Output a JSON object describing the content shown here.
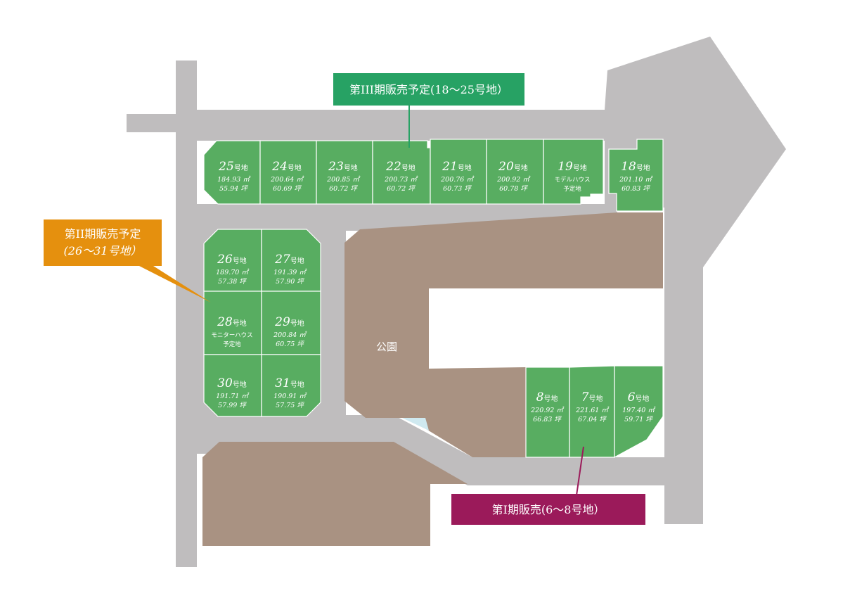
{
  "colors": {
    "road": "#bfbdbe",
    "lot": "#58ad61",
    "lot_border": "#ffffff",
    "commercial": "#a99282",
    "water": "#cfe9f0",
    "phase3": "#27a264",
    "phase2": "#e5900e",
    "phase1": "#9b1a5a"
  },
  "callouts": {
    "phase3": "第III期販売予定(18〜25号地）",
    "phase2_line1": "第II期販売予定",
    "phase2_line2": "(26〜31号地）",
    "phase1": "第I期販売(6〜8号地）"
  },
  "park": {
    "label": "公園"
  },
  "suffix": "号地",
  "lots": [
    {
      "id": "25",
      "area": "184.93 ㎡",
      "tsubo": "55.94 坪"
    },
    {
      "id": "24",
      "area": "200.64 ㎡",
      "tsubo": "60.69 坪"
    },
    {
      "id": "23",
      "area": "200.85 ㎡",
      "tsubo": "60.72 坪"
    },
    {
      "id": "22",
      "area": "200.73 ㎡",
      "tsubo": "60.72 坪"
    },
    {
      "id": "21",
      "area": "200.76 ㎡",
      "tsubo": "60.73 坪"
    },
    {
      "id": "20",
      "area": "200.92 ㎡",
      "tsubo": "60.78 坪"
    },
    {
      "id": "19",
      "note1": "モデルハウス",
      "note2": "予定地"
    },
    {
      "id": "18",
      "area": "201.10 ㎡",
      "tsubo": "60.83 坪"
    },
    {
      "id": "26",
      "area": "189.70 ㎡",
      "tsubo": "57.38 坪"
    },
    {
      "id": "27",
      "area": "191.39 ㎡",
      "tsubo": "57.90 坪"
    },
    {
      "id": "28",
      "note1": "モニターハウス",
      "note2": "予定地"
    },
    {
      "id": "29",
      "area": "200.84 ㎡",
      "tsubo": "60.75 坪"
    },
    {
      "id": "30",
      "area": "191.71 ㎡",
      "tsubo": "57.99 坪"
    },
    {
      "id": "31",
      "area": "190.91 ㎡",
      "tsubo": "57.75 坪"
    },
    {
      "id": "8",
      "area": "220.92 ㎡",
      "tsubo": "66.83 坪"
    },
    {
      "id": "7",
      "area": "221.61 ㎡",
      "tsubo": "67.04 坪"
    },
    {
      "id": "6",
      "area": "197.40 ㎡",
      "tsubo": "59.71 坪"
    }
  ]
}
